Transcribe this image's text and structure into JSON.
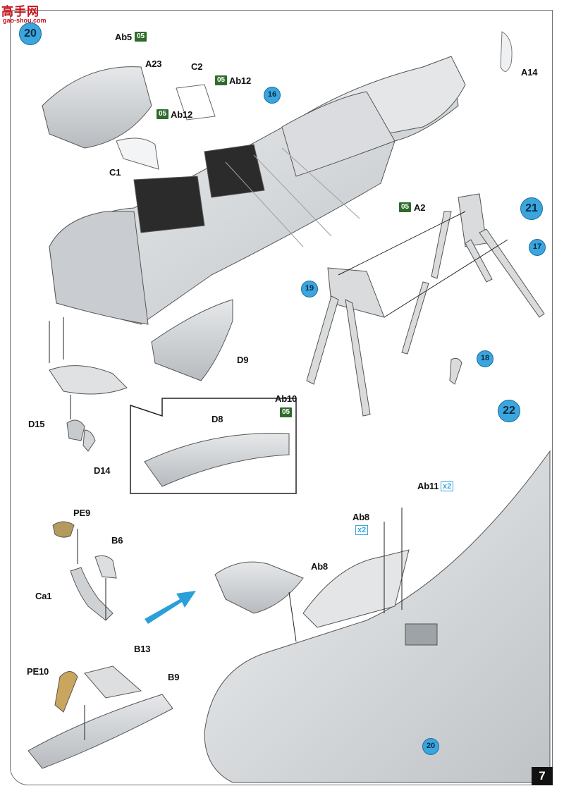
{
  "watermark": {
    "text": "高手网",
    "url": "gao-shou.com"
  },
  "page_number": "7",
  "steps": [
    "20",
    "21",
    "22"
  ],
  "part_labels": {
    "ab5": "Ab5",
    "a23": "A23",
    "c2": "C2",
    "ab12a": "Ab12",
    "ab12b": "Ab12",
    "c1": "C1",
    "a14": "A14",
    "d9": "D9",
    "d15": "D15",
    "d14": "D14",
    "ab10": "Ab10",
    "d8": "D8",
    "a2": "A2",
    "pe9": "PE9",
    "b6": "B6",
    "ca1": "Ca1",
    "b13": "B13",
    "pe10": "PE10",
    "b9": "B9",
    "ab8a": "Ab8",
    "ab8b": "Ab8",
    "ab11": "Ab11"
  },
  "paint_codes": {
    "ab5": "05",
    "ab12a": "05",
    "ab12b": "05",
    "ab10": "05",
    "a2": "05"
  },
  "sub_refs": {
    "s16": "16",
    "s17": "17",
    "s18": "18",
    "s19": "19",
    "s20": "20"
  },
  "quantity": {
    "ab11": "x2",
    "ab8": "x2"
  },
  "colors": {
    "accent": "#3aa6dd",
    "paint_green": "#2f6b2c",
    "part_grey": "#d9dbdd",
    "arrow_blue": "#2a9fd8"
  }
}
